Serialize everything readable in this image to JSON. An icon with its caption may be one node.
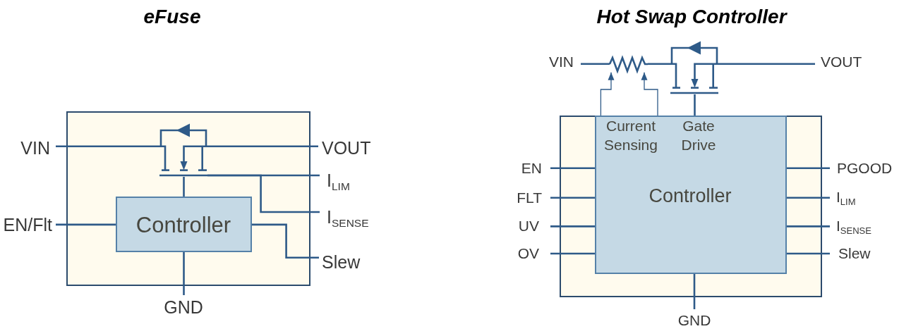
{
  "diagram": {
    "nodes": [
      {
        "text": [],
        "shape": "box"
      },
      {
        "text": [],
        "shape": "picture",
        "in": 0
      },
      {
        "text": [
          "Controller"
        ],
        "in": 0
      },
      {
        "text": [
          "VIN"
        ]
      },
      {
        "text": [
          "VOUT"
        ]
      },
      {
        "text": [
          "I$_{LIM}$"
        ]
      },
      {
        "text": [
          "I$_{SENSE}$"
        ]
      },
      {
        "text": [
          "EN/Flt"
        ]
      },
      {
        "text": [
          "Slew"
        ]
      },
      {
        "text": [
          "GND"
        ]
      },
      {
        "text": [],
        "shape": "box"
      },
      {
        "text": [],
        "shape": "picture"
      },
      {
        "text": [],
        "shape": "picture"
      },
      {
        "text": [
          "Current Sensing",
          "Gate Drive",
          "Controller"
        ],
        "in": 10
      },
      {
        "text": [
          "VIN"
        ]
      },
      {
        "text": [
          "VOUT"
        ]
      },
      {
        "text": [
          "EN"
        ]
      },
      {
        "text": [
          "FLT"
        ]
      },
      {
        "text": [
          "UV"
        ]
      },
      {
        "text": [
          "OV"
        ]
      },
      {
        "text": [
          "PGOOD"
        ]
      },
      {
        "text": [
          "I$_{LIM}$"
        ]
      },
      {
        "text": [
          "I$_{SENSE}$"
        ]
      },
      {
        "text": [
          "Slew"
        ]
      },
      {
        "text": [
          "GND"
        ]
      }
    ],
    "edges": [
      {
        "from": 3,
        "to": 1,
        "arrow": "none"
      },
      {
        "from": 1,
        "to": 4,
        "arrow": "none"
      },
      {
        "from": 2,
        "to": 1,
        "arrow": "none"
      },
      {
        "from": 1,
        "to": 5,
        "arrow": "none"
      },
      {
        "from": 1,
        "to": 6,
        "arrow": "none"
      },
      {
        "from": 7,
        "to": 2,
        "arrow": "none"
      },
      {
        "from": 2,
        "to": 8,
        "arrow": "none"
      },
      {
        "from": 2,
        "to": 9,
        "arrow": "none"
      },
      {
        "from": 14,
        "to": 11,
        "arrow": "none"
      },
      {
        "from": 11,
        "to": 12,
        "arrow": "none"
      },
      {
        "from": 12,
        "to": 15,
        "arrow": "none"
      },
      {
        "from": 13,
        "to": 11,
        "arrow": "to"
      },
      {
        "from": 13,
        "to": 11,
        "arrow": "to"
      },
      {
        "from": 13,
        "to": 12,
        "arrow": "none"
      },
      {
        "from": 16,
        "to": 13,
        "arrow": "none"
      },
      {
        "from": 17,
        "to": 13,
        "arrow": "none"
      },
      {
        "from": 18,
        "to": 13,
        "arrow": "none"
      },
      {
        "from": 19,
        "to": 13,
        "arrow": "none"
      },
      {
        "from": 13,
        "to": 20,
        "arrow": "none"
      },
      {
        "from": 13,
        "to": 21,
        "arrow": "none"
      },
      {
        "from": 13,
        "to": 22,
        "arrow": "none"
      },
      {
        "from": 13,
        "to": 23,
        "arrow": "none"
      },
      {
        "from": 13,
        "to": 24,
        "arrow": "none"
      }
    ],
    "labels": [
      "eFuse",
      "Hot Swap Controller"
    ]
  }
}
